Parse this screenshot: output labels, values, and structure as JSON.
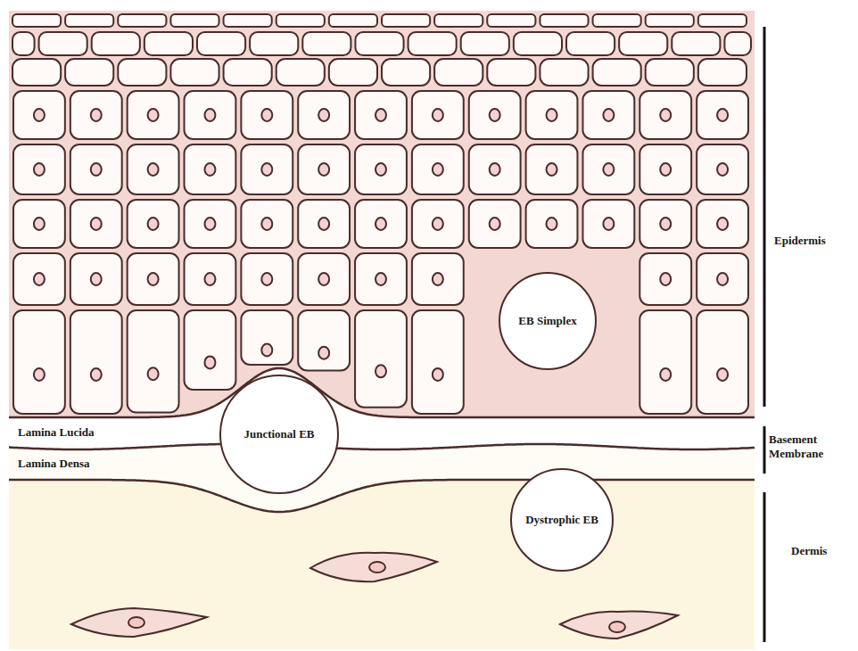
{
  "diagram": {
    "nodes": [
      {
        "text": [
          "EB Simplex"
        ]
      },
      {
        "text": [
          "Lamina Lucida"
        ]
      },
      {
        "text": [
          "Junctional EB"
        ]
      },
      {
        "text": [
          "Lamina Densa"
        ]
      },
      {
        "text": [
          "Dystrophic EB"
        ]
      }
    ],
    "labels": [
      "Epidermis",
      "Basement Membrane",
      "Dermis"
    ]
  }
}
